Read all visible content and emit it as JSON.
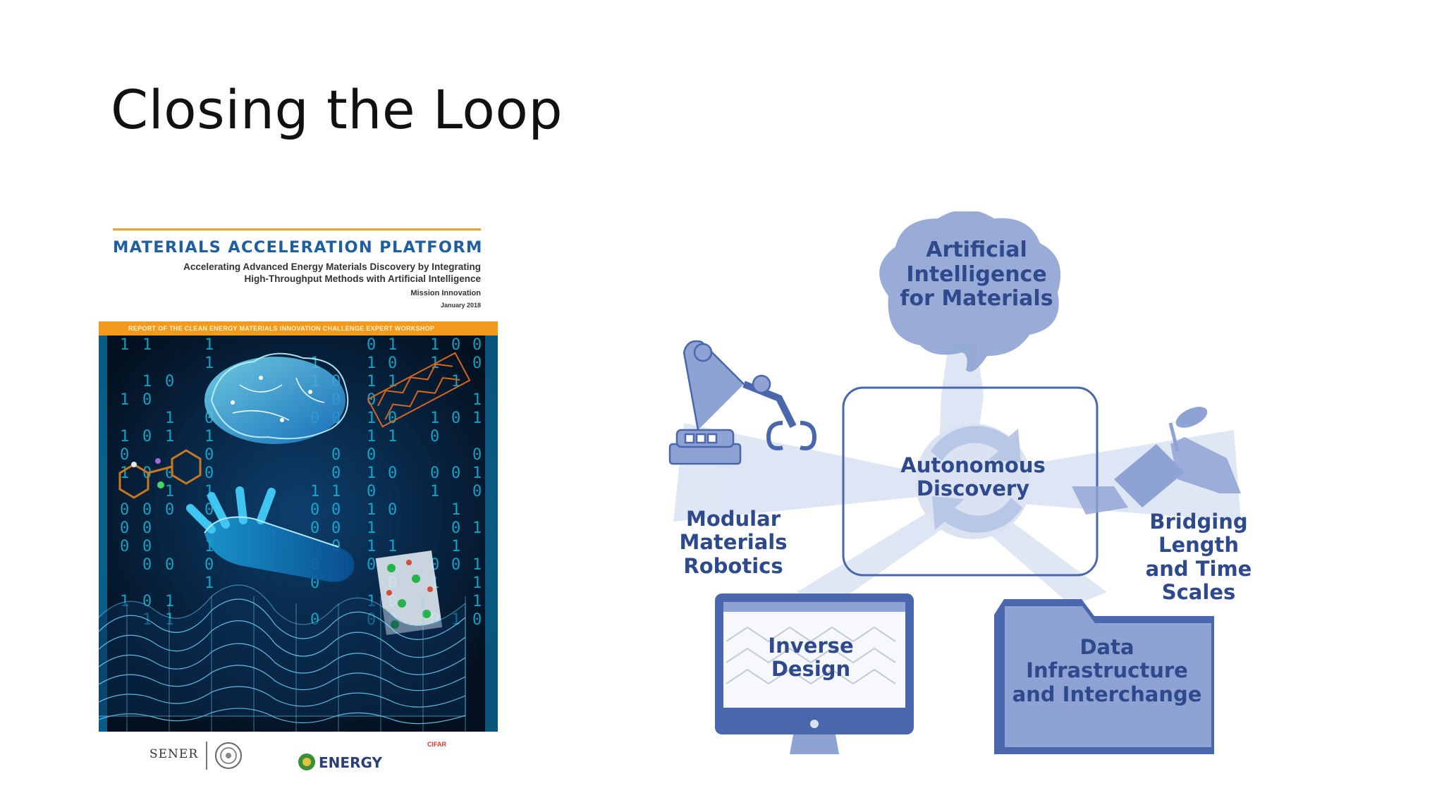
{
  "slide": {
    "title": "Closing the Loop"
  },
  "cover": {
    "title": "MATERIALS ACCELERATION PLATFORM",
    "subtitle": "Accelerating Advanced Energy Materials Discovery by Integrating\nHigh-Throughput Methods with Artificial Intelligence",
    "organization": "Mission Innovation",
    "date": "January 2018",
    "banner": "REPORT OF THE CLEAN ENERGY MATERIALS INNOVATION CHALLENGE EXPERT WORKSHOP",
    "logos": {
      "sener": "SENER",
      "energy": "ENERGY",
      "cifar": "CIFAR"
    },
    "colors": {
      "title": "#1f5fa0",
      "banner": "#f29a1e",
      "art_background": "#04122a",
      "binary": "#19c2e6"
    }
  },
  "diagram": {
    "center": "Autonomous\nDiscovery",
    "nodes": {
      "ai": "Artificial\nIntelligence\nfor Materials",
      "robotics": "Modular Materials\nRobotics",
      "scales": "Bridging Length\nand Time Scales",
      "inverse": "Inverse\nDesign",
      "data": "Data Infrastructure\nand Interchange"
    },
    "icons": [
      "brain-icon",
      "robot-arm-icon",
      "satellite-icon",
      "monitor-icon",
      "folder-icon",
      "cycle-arrows-icon"
    ],
    "colors": {
      "label": "#2e4a8c",
      "shape": "#8ea3d3",
      "beam": "#dbe3f3",
      "frame": "#4a67ad"
    }
  }
}
